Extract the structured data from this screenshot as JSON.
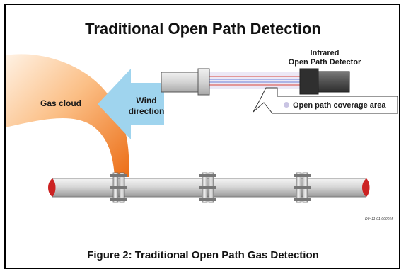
{
  "diagram": {
    "title": "Traditional Open Path Detection",
    "detector_label_line1": "Infrared",
    "detector_label_line2": "Open Path Detector",
    "wind_label_line1": "Wind",
    "wind_label_line2": "direction",
    "gas_cloud_label": "Gas cloud",
    "coverage_label": "Open path coverage area",
    "code": "D0411-01-000015",
    "caption": "Figure 2: Traditional Open Path Gas Detection"
  },
  "colors": {
    "gas_cloud_light": "#fde3c8",
    "gas_cloud_dark": "#f07a22",
    "wind_arrow": "#9fd4ee",
    "coverage_dot": "#c9c4e3",
    "beam_red": "#d9433a",
    "beam_blue": "#6b7fd7",
    "pipe_end_red": "#cc2222"
  }
}
